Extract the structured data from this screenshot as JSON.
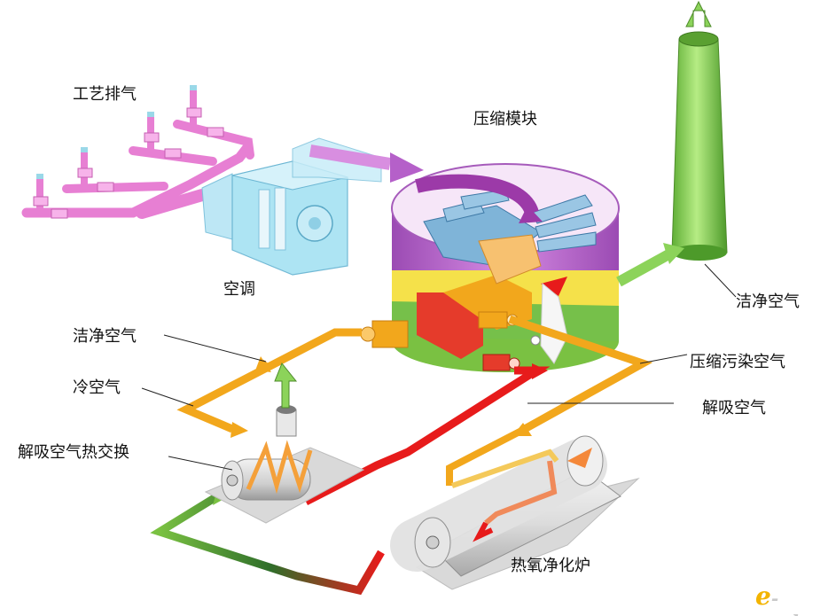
{
  "labels": {
    "process_exhaust": "工艺排气",
    "compression_module": "压缩模块",
    "air_conditioning": "空调",
    "clean_air_stack": "洁净空气",
    "clean_air": "洁净空气",
    "cold_air": "冷空气",
    "compressed_polluted_air": "压缩污染空气",
    "desorption_air": "解吸空气",
    "desorption_heat_exchanger": "解吸空气热交换",
    "thermal_oxidizer": "热氧净化炉"
  },
  "logo": {
    "letter": "e",
    "rest": "-works"
  },
  "colors": {
    "pipe_pink": "#e77fd3",
    "duct_cyan": "#a9e3f3",
    "stack_green": "#8cd35a",
    "flow_orange": "#f2a71c",
    "flow_red": "#e71b1b",
    "flow_green": "#7ac142",
    "purple": "#b560c9",
    "yellow": "#f5e14a",
    "grey": "#d9d9d9"
  }
}
